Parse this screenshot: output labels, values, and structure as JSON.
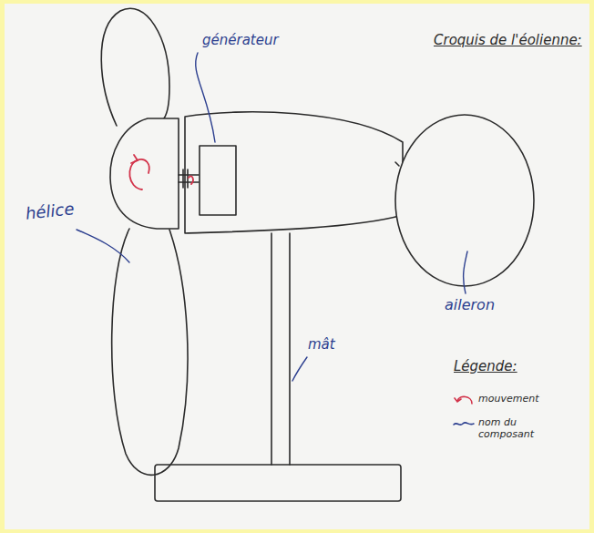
{
  "diagram": {
    "title": "Croquis de l'éolienne:",
    "labels": [
      "générateur",
      "hélice",
      "aileron",
      "mât",
      "Légende:"
    ],
    "legend": [
      {
        "text": "mouvement"
      },
      {
        "text": "nom du composant"
      }
    ]
  }
}
